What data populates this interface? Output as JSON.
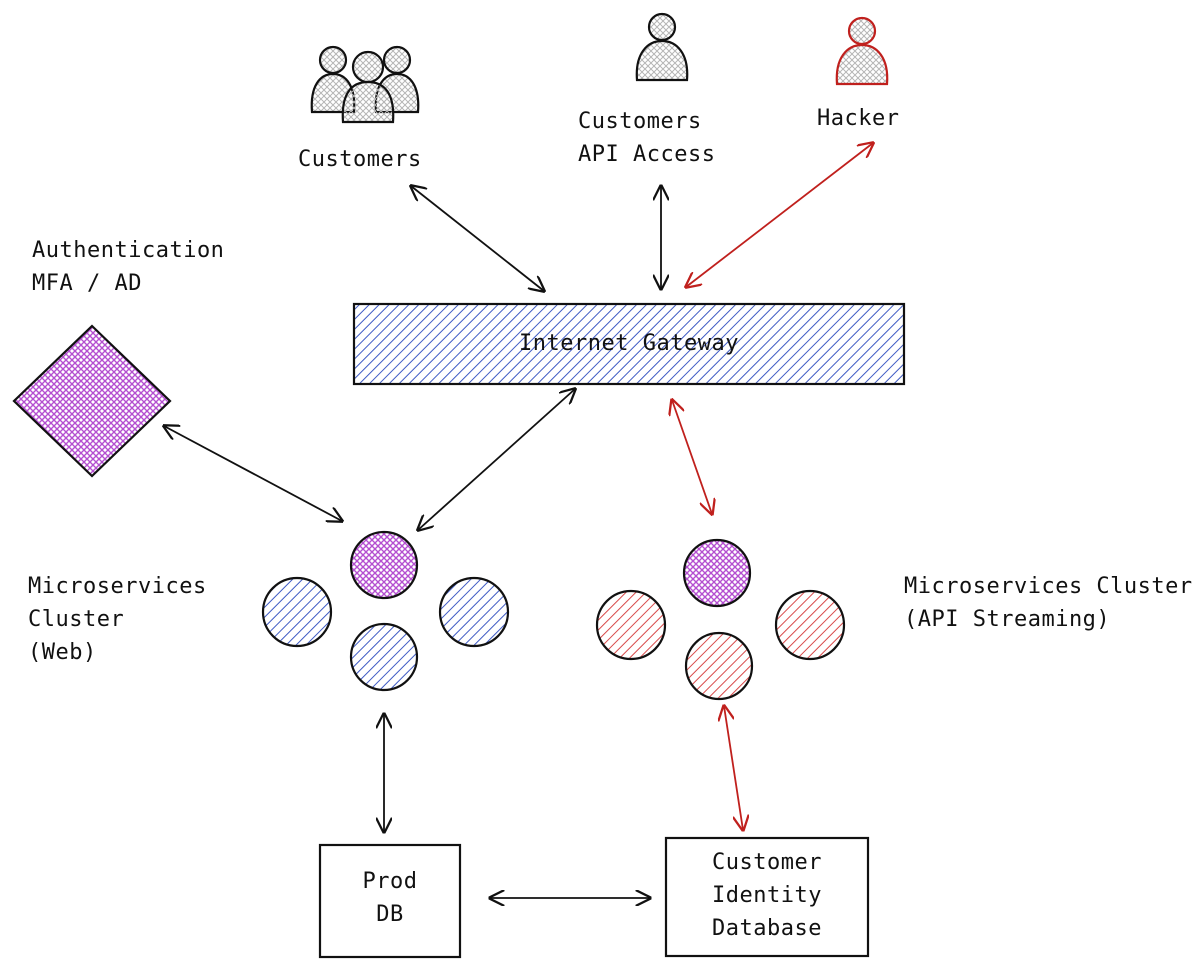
{
  "actors": {
    "customers": "Customers",
    "api_access": [
      "Customers",
      "API Access"
    ],
    "hacker": "Hacker"
  },
  "authentication": [
    "Authentication",
    "MFA / AD"
  ],
  "gateway": "Internet Gateway",
  "web_cluster": [
    "Microservices",
    "Cluster",
    "(Web)"
  ],
  "api_cluster": [
    "Microservices Cluster",
    "(API Streaming)"
  ],
  "prod_db": [
    "Prod",
    "DB"
  ],
  "identity_db": [
    "Customer",
    "Identity",
    "Database"
  ],
  "colors": {
    "ink": "#111111",
    "alert_red": "#c0201d",
    "gateway_blue": "#3f5bc4",
    "auth_purple": "#b44fd0",
    "node_blue": "#3f5bc4",
    "node_red": "#d84a4a",
    "node_purple": "#b44fd0",
    "person_gray": "#bdbdbd"
  }
}
